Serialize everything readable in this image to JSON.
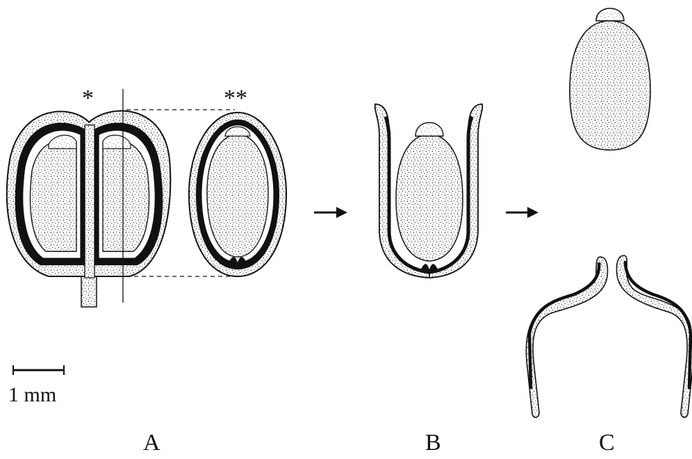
{
  "figure": {
    "panels": [
      {
        "id": "A",
        "label": "A"
      },
      {
        "id": "B",
        "label": "B"
      },
      {
        "id": "C",
        "label": "C"
      }
    ],
    "annotations": {
      "single_star": "*",
      "double_star": "**"
    },
    "scale_bar": {
      "label": "1 mm"
    }
  }
}
